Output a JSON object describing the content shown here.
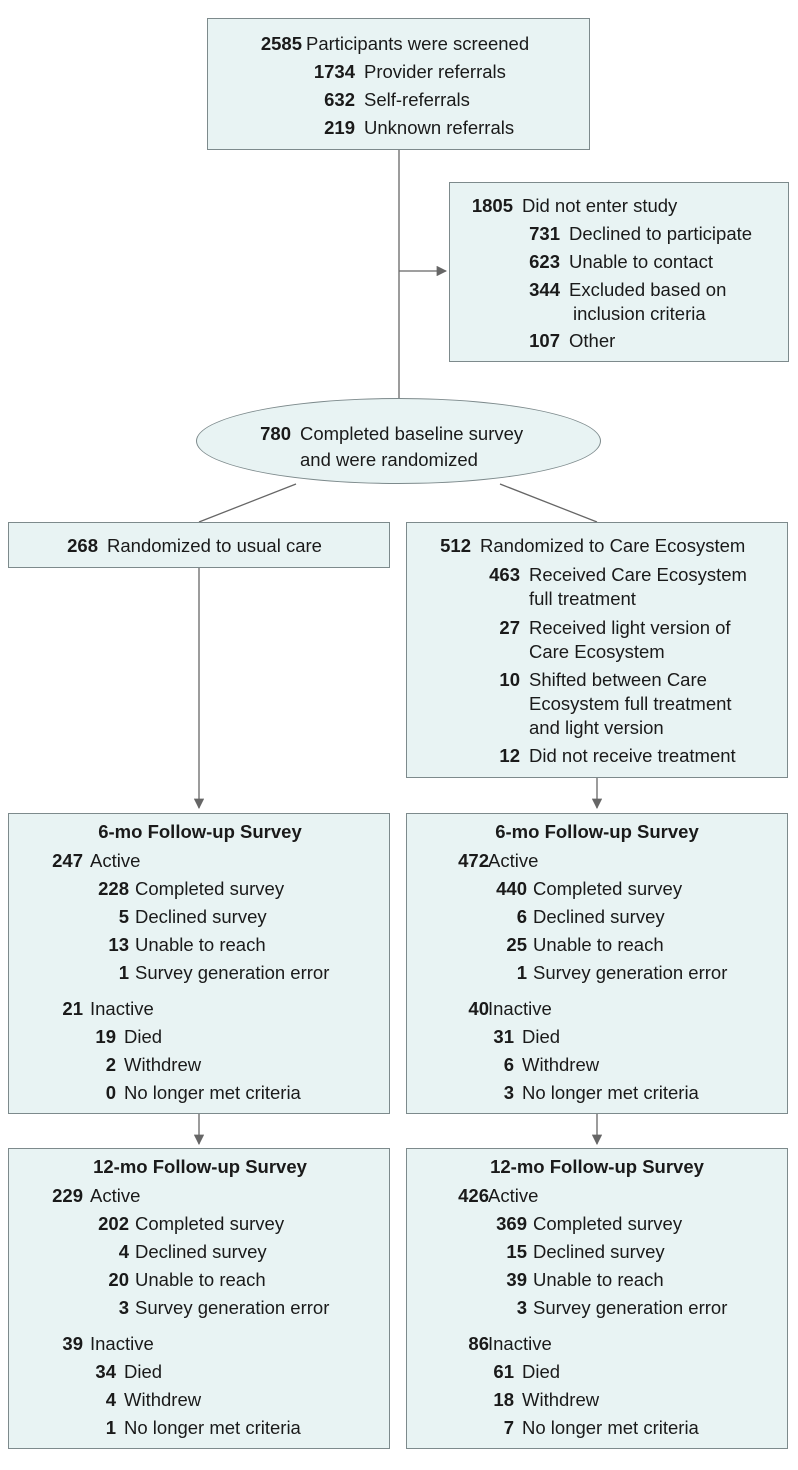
{
  "screening": {
    "rows": [
      {
        "n": "2585",
        "label": "Participants were screened"
      },
      {
        "n": "1734",
        "label": "Provider referrals"
      },
      {
        "n": "632",
        "label": "Self-referrals"
      },
      {
        "n": "219",
        "label": "Unknown referrals"
      }
    ]
  },
  "excluded": {
    "rows": [
      {
        "n": "1805",
        "label": "Did not enter study"
      },
      {
        "n": "731",
        "label": "Declined to participate"
      },
      {
        "n": "623",
        "label": "Unable to contact"
      },
      {
        "n": "344",
        "label": "Excluded based on",
        "label2": "inclusion criteria"
      },
      {
        "n": "107",
        "label": "Other"
      }
    ]
  },
  "baseline": {
    "n": "780",
    "line1": "Completed baseline survey",
    "line2": "and were randomized"
  },
  "usual_care": {
    "n": "268",
    "label": "Randomized to usual care"
  },
  "care_ecosystem": {
    "n": "512",
    "label": "Randomized to Care Ecosystem",
    "rows": [
      {
        "n": "463",
        "l1": "Received Care Ecosystem",
        "l2": "full treatment"
      },
      {
        "n": "27",
        "l1": "Received light version of",
        "l2": "Care Ecosystem"
      },
      {
        "n": "10",
        "l1": "Shifted between Care",
        "l2": "Ecosystem full treatment",
        "l3": "and light version"
      },
      {
        "n": "12",
        "l1": "Did not receive treatment"
      }
    ]
  },
  "followups": [
    {
      "title": "6-mo Follow-up Survey",
      "active": {
        "n": "247",
        "label": "Active"
      },
      "active_rows": [
        {
          "n": "228",
          "label": "Completed survey"
        },
        {
          "n": "5",
          "label": "Declined survey"
        },
        {
          "n": "13",
          "label": "Unable to reach"
        },
        {
          "n": "1",
          "label": "Survey generation error"
        }
      ],
      "inactive": {
        "n": "21",
        "label": "Inactive"
      },
      "inactive_rows": [
        {
          "n": "19",
          "label": "Died"
        },
        {
          "n": "2",
          "label": "Withdrew"
        },
        {
          "n": "0",
          "label": "No longer met criteria"
        }
      ]
    },
    {
      "title": "6-mo Follow-up Survey",
      "active": {
        "n": "472",
        "label": "Active"
      },
      "active_rows": [
        {
          "n": "440",
          "label": "Completed survey"
        },
        {
          "n": "6",
          "label": "Declined survey"
        },
        {
          "n": "25",
          "label": "Unable to reach"
        },
        {
          "n": "1",
          "label": "Survey generation error"
        }
      ],
      "inactive": {
        "n": "40",
        "label": "Inactive"
      },
      "inactive_rows": [
        {
          "n": "31",
          "label": "Died"
        },
        {
          "n": "6",
          "label": "Withdrew"
        },
        {
          "n": "3",
          "label": "No longer met criteria"
        }
      ]
    },
    {
      "title": "12-mo Follow-up Survey",
      "active": {
        "n": "229",
        "label": "Active"
      },
      "active_rows": [
        {
          "n": "202",
          "label": "Completed survey"
        },
        {
          "n": "4",
          "label": "Declined survey"
        },
        {
          "n": "20",
          "label": "Unable to reach"
        },
        {
          "n": "3",
          "label": "Survey generation error"
        }
      ],
      "inactive": {
        "n": "39",
        "label": "Inactive"
      },
      "inactive_rows": [
        {
          "n": "34",
          "label": "Died"
        },
        {
          "n": "4",
          "label": "Withdrew"
        },
        {
          "n": "1",
          "label": "No longer met criteria"
        }
      ]
    },
    {
      "title": "12-mo Follow-up Survey",
      "active": {
        "n": "426",
        "label": "Active"
      },
      "active_rows": [
        {
          "n": "369",
          "label": "Completed survey"
        },
        {
          "n": "15",
          "label": "Declined survey"
        },
        {
          "n": "39",
          "label": "Unable to reach"
        },
        {
          "n": "3",
          "label": "Survey generation error"
        }
      ],
      "inactive": {
        "n": "86",
        "label": "Inactive"
      },
      "inactive_rows": [
        {
          "n": "61",
          "label": "Died"
        },
        {
          "n": "18",
          "label": "Withdrew"
        },
        {
          "n": "7",
          "label": "No longer met criteria"
        }
      ]
    }
  ]
}
